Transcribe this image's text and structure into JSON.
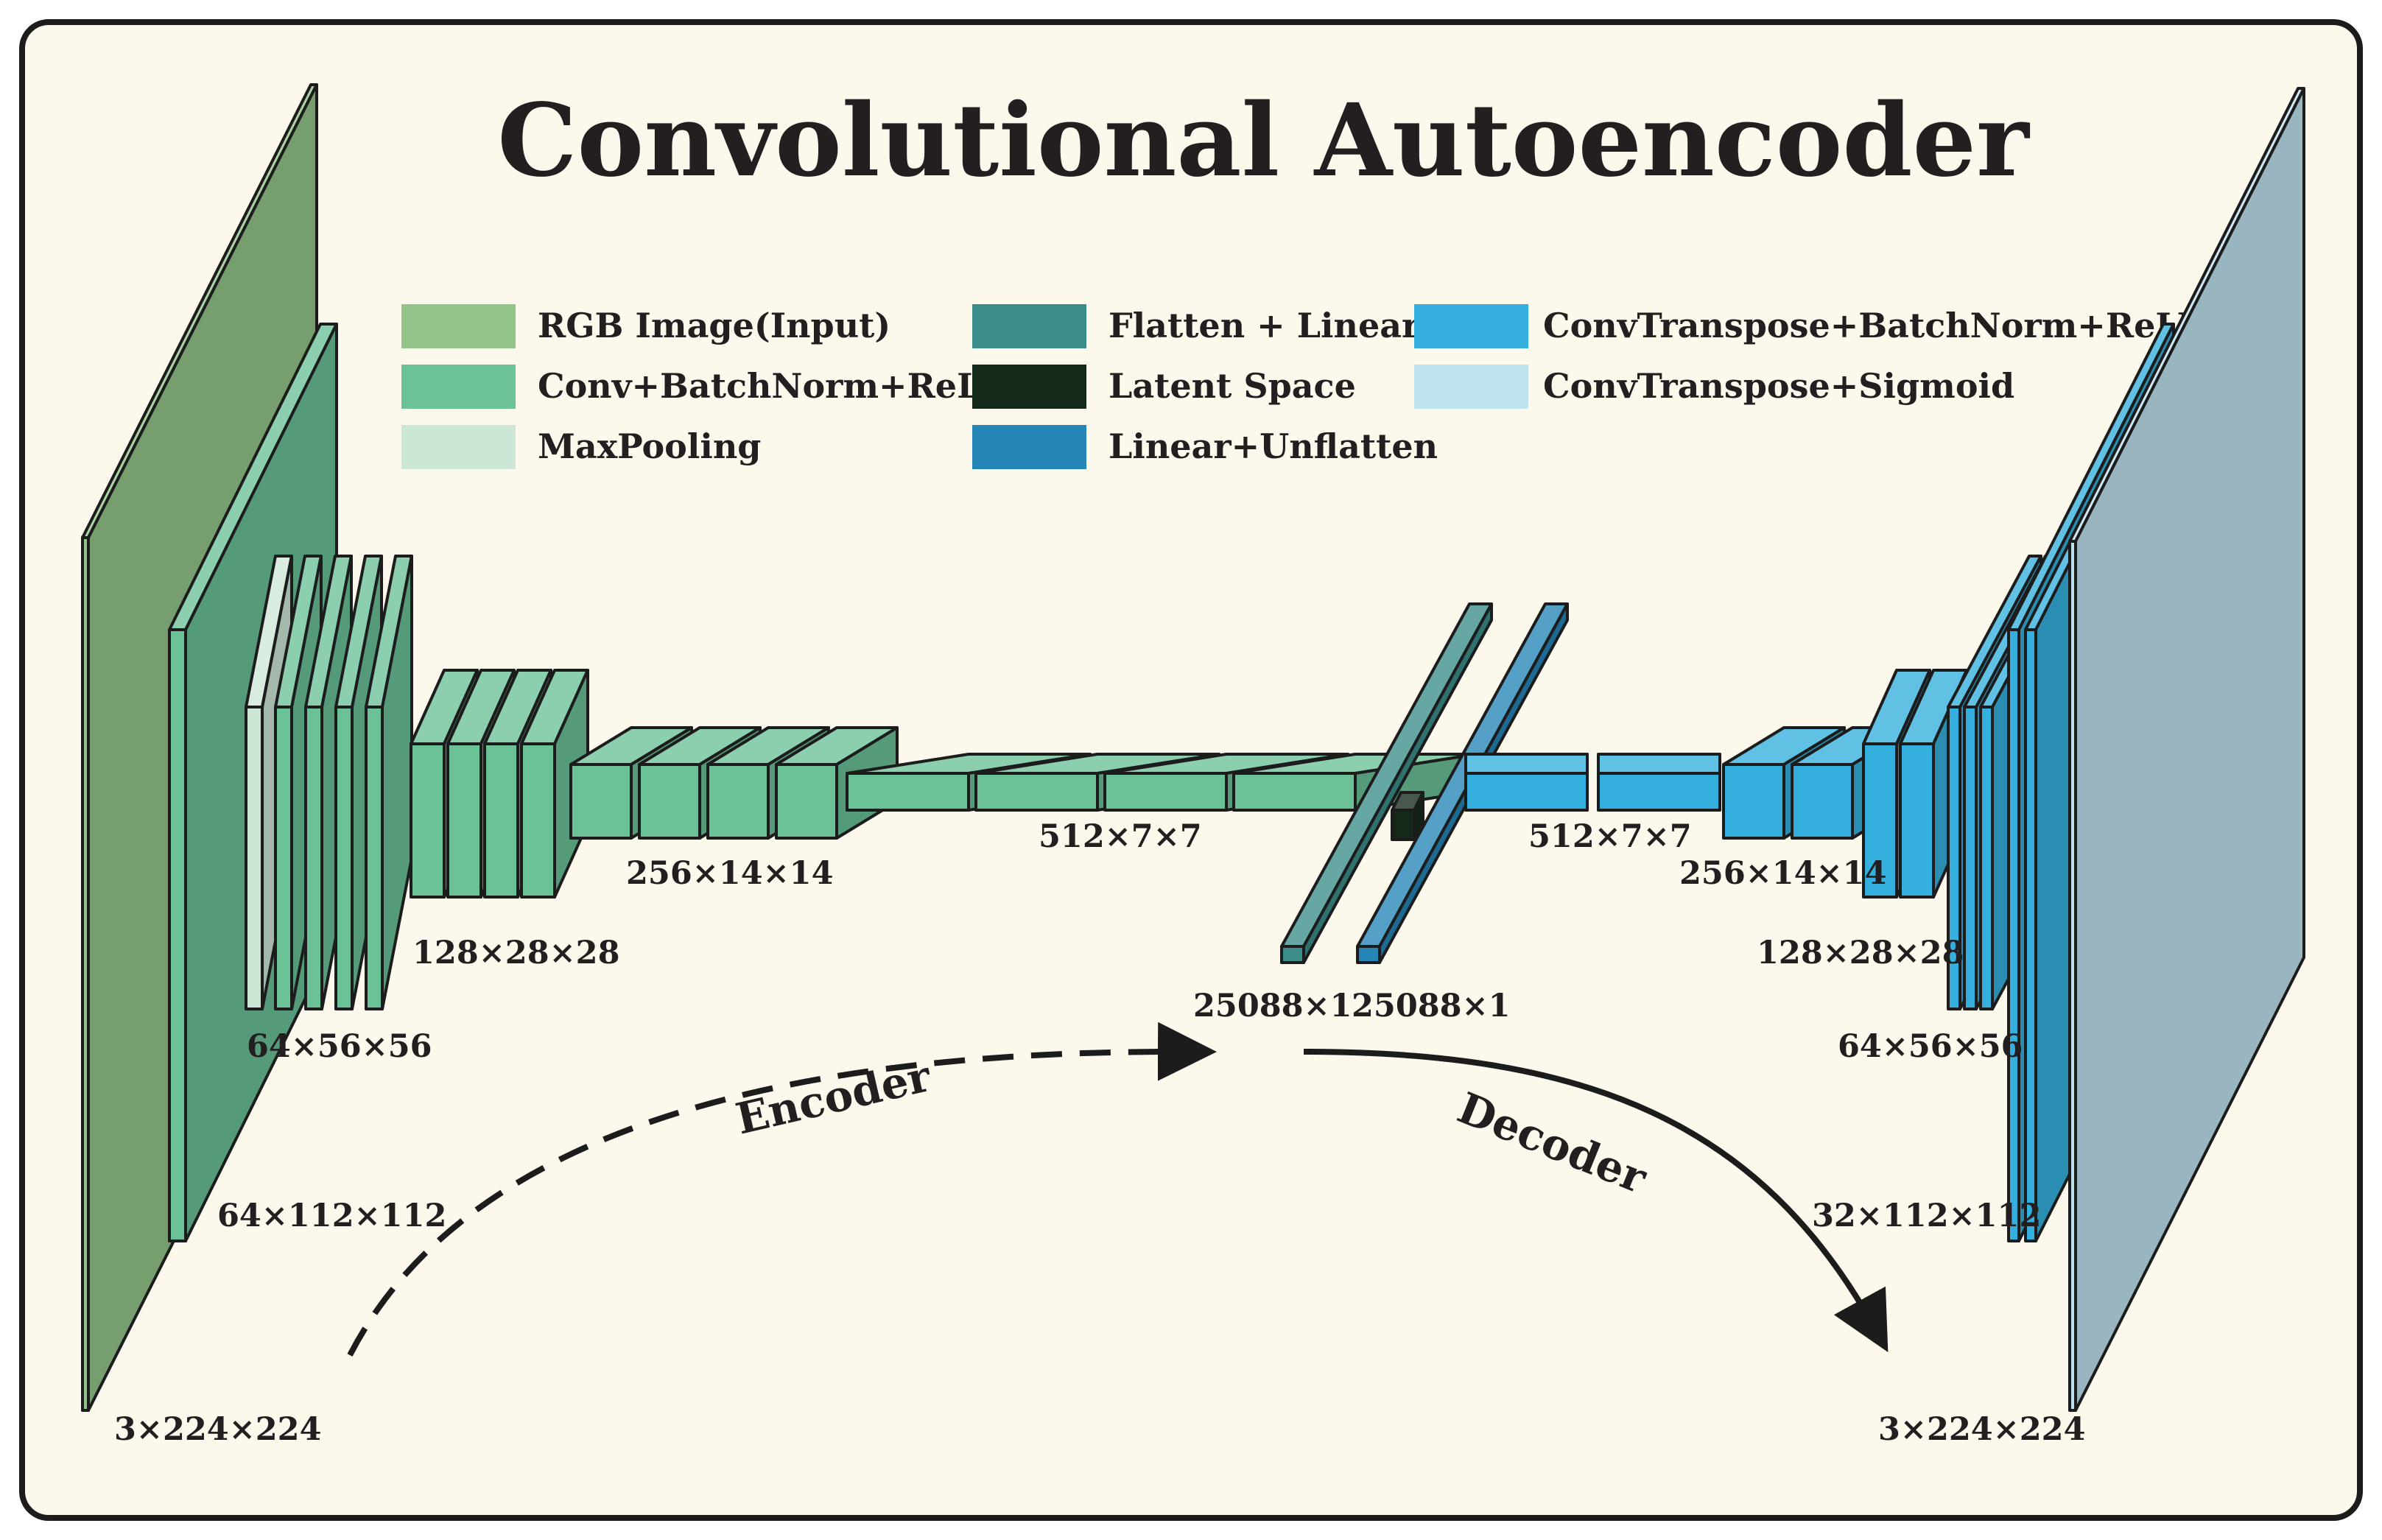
{
  "title": "Convolutional Autoencoder",
  "legend": [
    {
      "label": "RGB Image(Input)",
      "color": "#93c58a"
    },
    {
      "label": "Conv+BatchNorm+ReLU",
      "color": "#6cc297"
    },
    {
      "label": "MaxPooling",
      "color": "#cde7d6"
    },
    {
      "label": "Flatten + Linear",
      "color": "#3b8d89"
    },
    {
      "label": "Latent Space",
      "color": "#14291a"
    },
    {
      "label": "Linear+Unflatten",
      "color": "#2485b6"
    },
    {
      "label": "ConvTranspose+BatchNorm+ReLU",
      "color": "#35b0de"
    },
    {
      "label": "ConvTranspose+Sigmoid",
      "color": "#bfe2ef"
    }
  ],
  "dimension_labels": {
    "input": "3×224×224",
    "enc_112": "64×112×112",
    "enc_56": "64×56×56",
    "enc_28": "128×28×28",
    "enc_14": "256×14×14",
    "enc_7": "512×7×7",
    "flatten": "25088×1",
    "unflatten": "25088×1",
    "dec_7": "512×7×7",
    "dec_14": "256×14×14",
    "dec_28": "128×28×28",
    "dec_56": "64×56×56",
    "dec_112": "32×112×112",
    "output": "3×224×224"
  },
  "flow_labels": {
    "encoder": "Encoder",
    "decoder": "Decoder"
  }
}
